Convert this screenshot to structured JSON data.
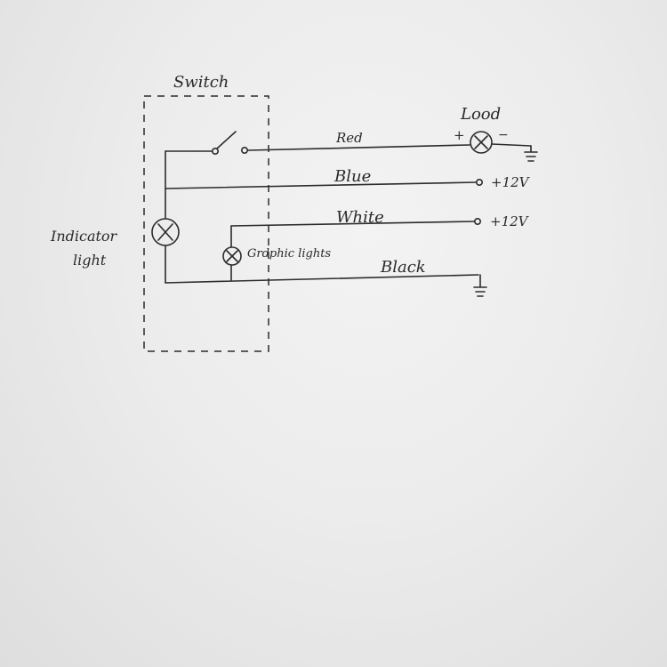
{
  "labels": {
    "switch": "Switch",
    "load": "Lood",
    "plus": "+",
    "minus": "−",
    "red": "Red",
    "blue": "Blue",
    "white": "White",
    "black": "Black",
    "plus12v_blue": "+12V",
    "plus12v_white": "+12V",
    "graphic_lights": "Grdphic lights",
    "indicator_line1": "Indicator",
    "indicator_line2": "light"
  },
  "colors": {
    "ink": "#2b2b2b",
    "paper": "#ececec"
  }
}
